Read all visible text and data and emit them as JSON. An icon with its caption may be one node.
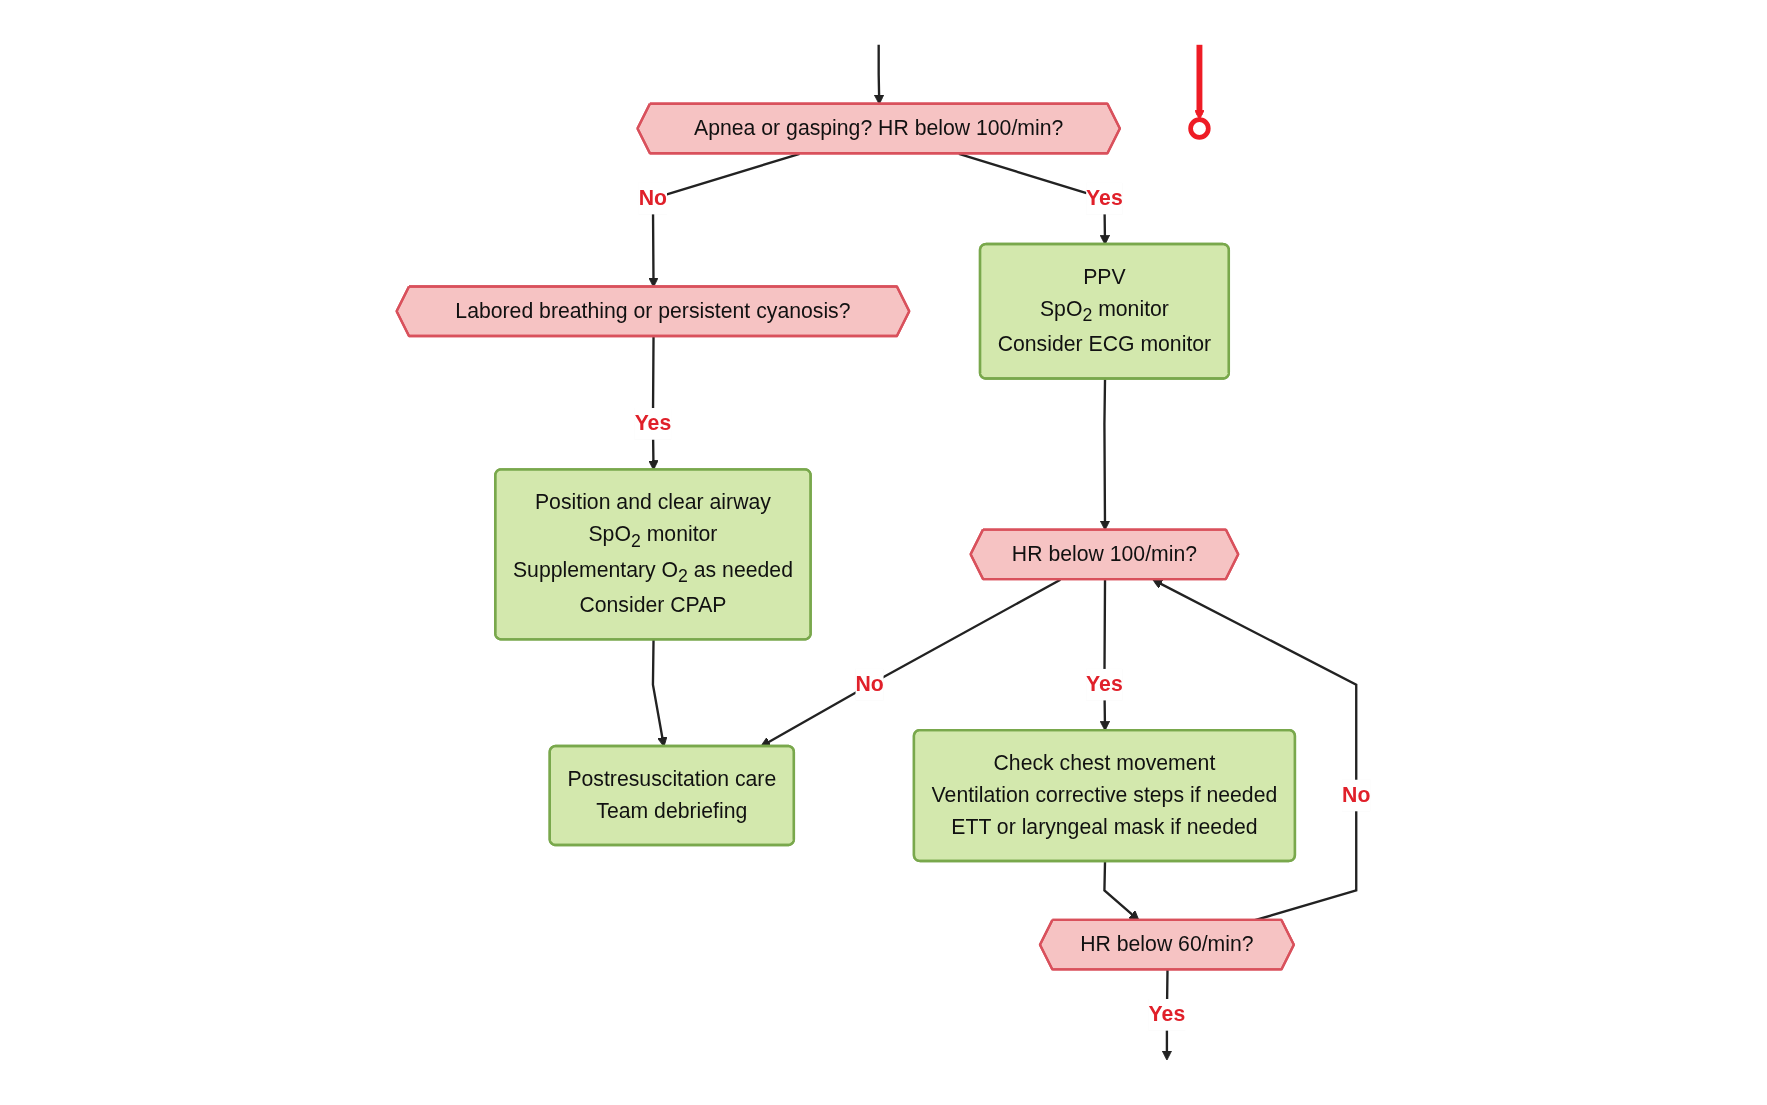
{
  "diagram": {
    "nodes": [
      {
        "text": [
          "Apnea or gasping? HR below 100/min?"
        ]
      },
      {
        "text": [
          "Labored breathing or persistent cyanosis?"
        ]
      },
      {
        "text": [
          "PPV",
          "SpO$_{2}$ monitor",
          "Consider ECG monitor"
        ]
      },
      {
        "text": [
          "Position and clear airway",
          "SpO$_{2}$ monitor",
          "Supplementary O$_{2}$ as needed",
          "Consider CPAP"
        ]
      },
      {
        "text": [
          "HR below 100/min?"
        ]
      },
      {
        "text": [
          "Postresuscitation care",
          "Team debriefing"
        ]
      },
      {
        "text": [
          "Check chest movement",
          "Ventilation corrective steps if needed",
          "ETT or laryngeal mask if needed"
        ]
      },
      {
        "text": [
          "HR below 60/min?"
        ]
      },
      {
        "text": [],
        "shape": "circle"
      }
    ],
    "edges": [
      {
        "from": null,
        "to": 0,
        "arrow": "to"
      },
      {
        "from": 0,
        "to": 1,
        "arrow": "to",
        "label": "No"
      },
      {
        "from": 0,
        "to": 2,
        "arrow": "to",
        "label": "Yes"
      },
      {
        "from": 1,
        "to": 3,
        "arrow": "to",
        "label": "Yes"
      },
      {
        "from": 2,
        "to": 4,
        "arrow": "to"
      },
      {
        "from": 3,
        "to": 5,
        "arrow": "to"
      },
      {
        "from": 4,
        "to": 5,
        "arrow": "to",
        "label": "No"
      },
      {
        "from": 4,
        "to": 6,
        "arrow": "to",
        "label": "Yes"
      },
      {
        "from": 6,
        "to": 7,
        "arrow": "to"
      },
      {
        "from": 7,
        "to": 4,
        "arrow": "to",
        "label": "No"
      },
      {
        "from": 7,
        "to": null,
        "arrow": "to",
        "label": "Yes"
      },
      {
        "from": null,
        "to": 8,
        "arrow": "to",
        "style": "thick",
        "color": "#ee1c25"
      }
    ]
  }
}
